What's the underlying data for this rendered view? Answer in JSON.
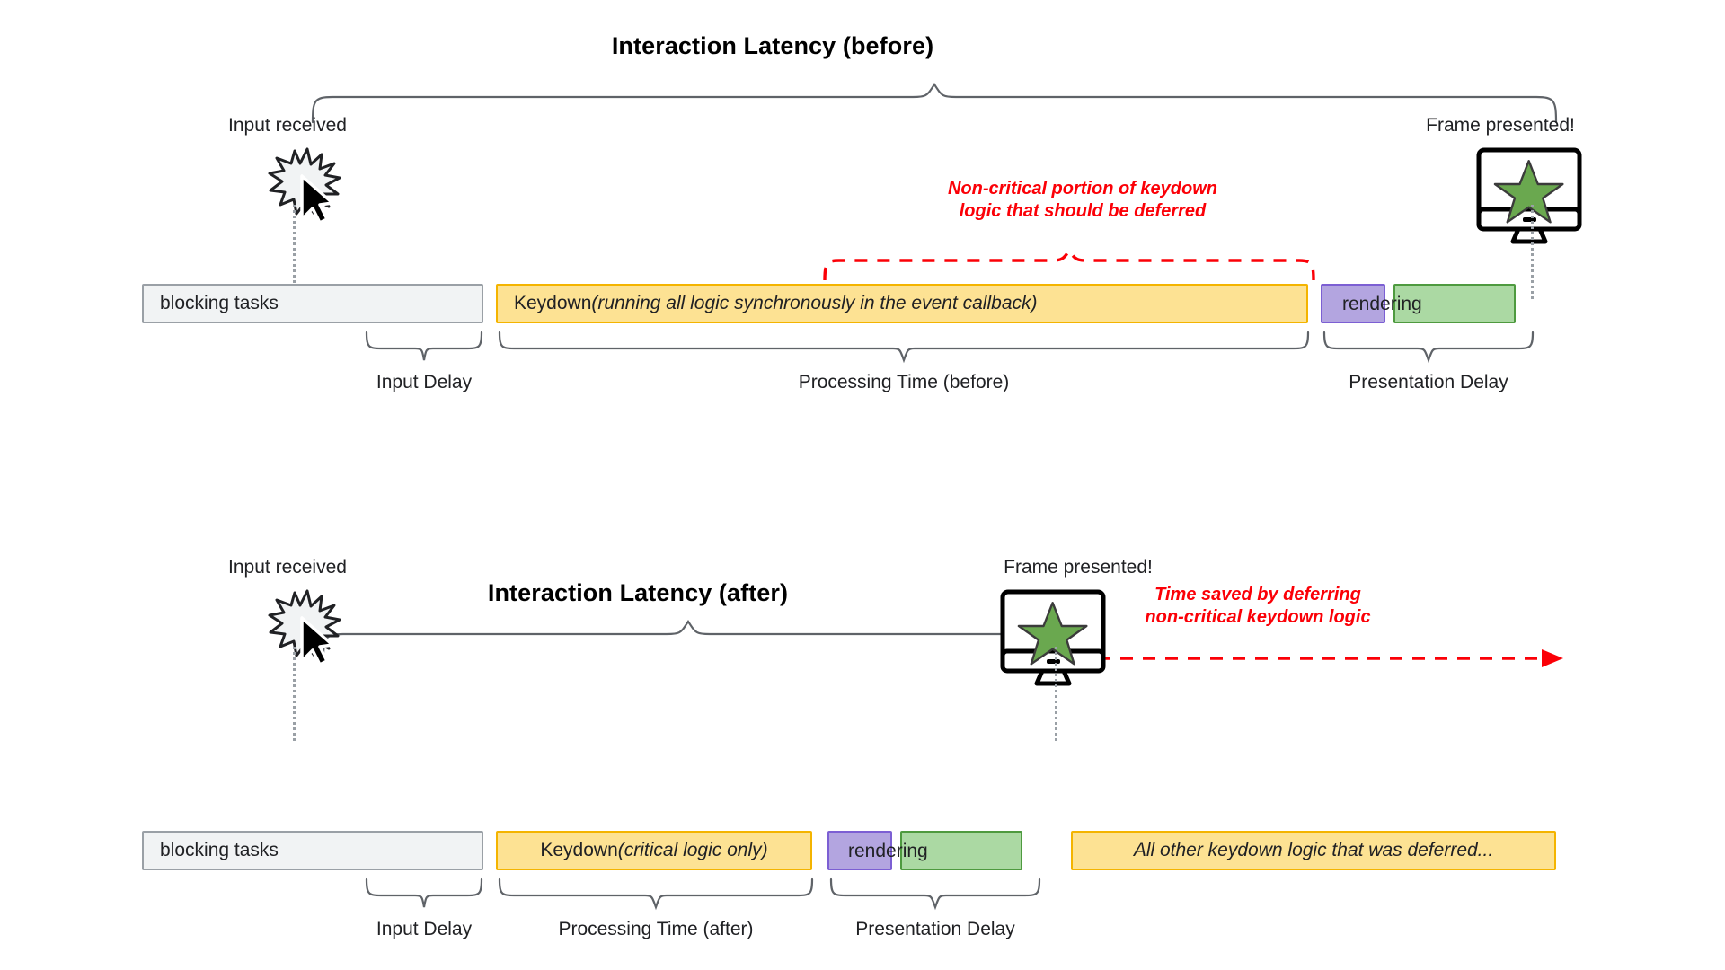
{
  "page": {
    "background": "#ffffff",
    "accent_red": "#fb0007",
    "colors": {
      "blocking_fill": "#f1f3f4",
      "blocking_stroke": "#9aa0a6",
      "keydown_fill": "#fde293",
      "keydown_stroke": "#f4b400",
      "paint_fill": "#b3a5e0",
      "paint_stroke": "#7c5fd3",
      "render_fill": "#abd9a3",
      "render_stroke": "#4e9a3f",
      "brace_stroke": "#5f6368",
      "star_fill": "#6aa84f",
      "text": "#202124"
    }
  },
  "before": {
    "title": "Interaction Latency (before)",
    "input_marker": {
      "label": "Input received",
      "icon": "click-burst-cursor-icon"
    },
    "frame_marker": {
      "label": "Frame presented!",
      "icon": "monitor-star-icon"
    },
    "red_note": {
      "line1": "Non-critical portion of keydown",
      "line2": "logic that should be deferred"
    },
    "bars": [
      {
        "id": "blocking",
        "label": "blocking tasks",
        "label_italic": ""
      },
      {
        "id": "keydown",
        "label": "Keydown ",
        "label_italic": "(running all logic synchronously in the event callback)"
      },
      {
        "id": "paint",
        "label": "",
        "label_italic": ""
      },
      {
        "id": "render",
        "label": "rendering",
        "label_italic": ""
      }
    ],
    "phases": [
      {
        "id": "input-delay",
        "label": "Input Delay"
      },
      {
        "id": "processing-time",
        "label": "Processing Time (before)"
      },
      {
        "id": "presentation-delay",
        "label": "Presentation Delay"
      }
    ]
  },
  "after": {
    "title": "Interaction Latency (after)",
    "input_marker": {
      "label": "Input received",
      "icon": "click-burst-cursor-icon"
    },
    "frame_marker": {
      "label": "Frame presented!",
      "icon": "monitor-star-icon"
    },
    "red_note": {
      "line1": "Time saved by deferring",
      "line2": "non-critical keydown logic"
    },
    "bars": [
      {
        "id": "blocking",
        "label": "blocking tasks",
        "label_italic": ""
      },
      {
        "id": "keydown",
        "label": "Keydown ",
        "label_italic": "(critical logic only)"
      },
      {
        "id": "paint",
        "label": "",
        "label_italic": ""
      },
      {
        "id": "render",
        "label": "rendering",
        "label_italic": ""
      },
      {
        "id": "deferred",
        "label": "",
        "label_italic": "All other keydown logic that was deferred..."
      }
    ],
    "phases": [
      {
        "id": "input-delay",
        "label": "Input Delay"
      },
      {
        "id": "processing-time",
        "label": "Processing Time (after)"
      },
      {
        "id": "presentation-delay",
        "label": "Presentation Delay"
      }
    ]
  }
}
